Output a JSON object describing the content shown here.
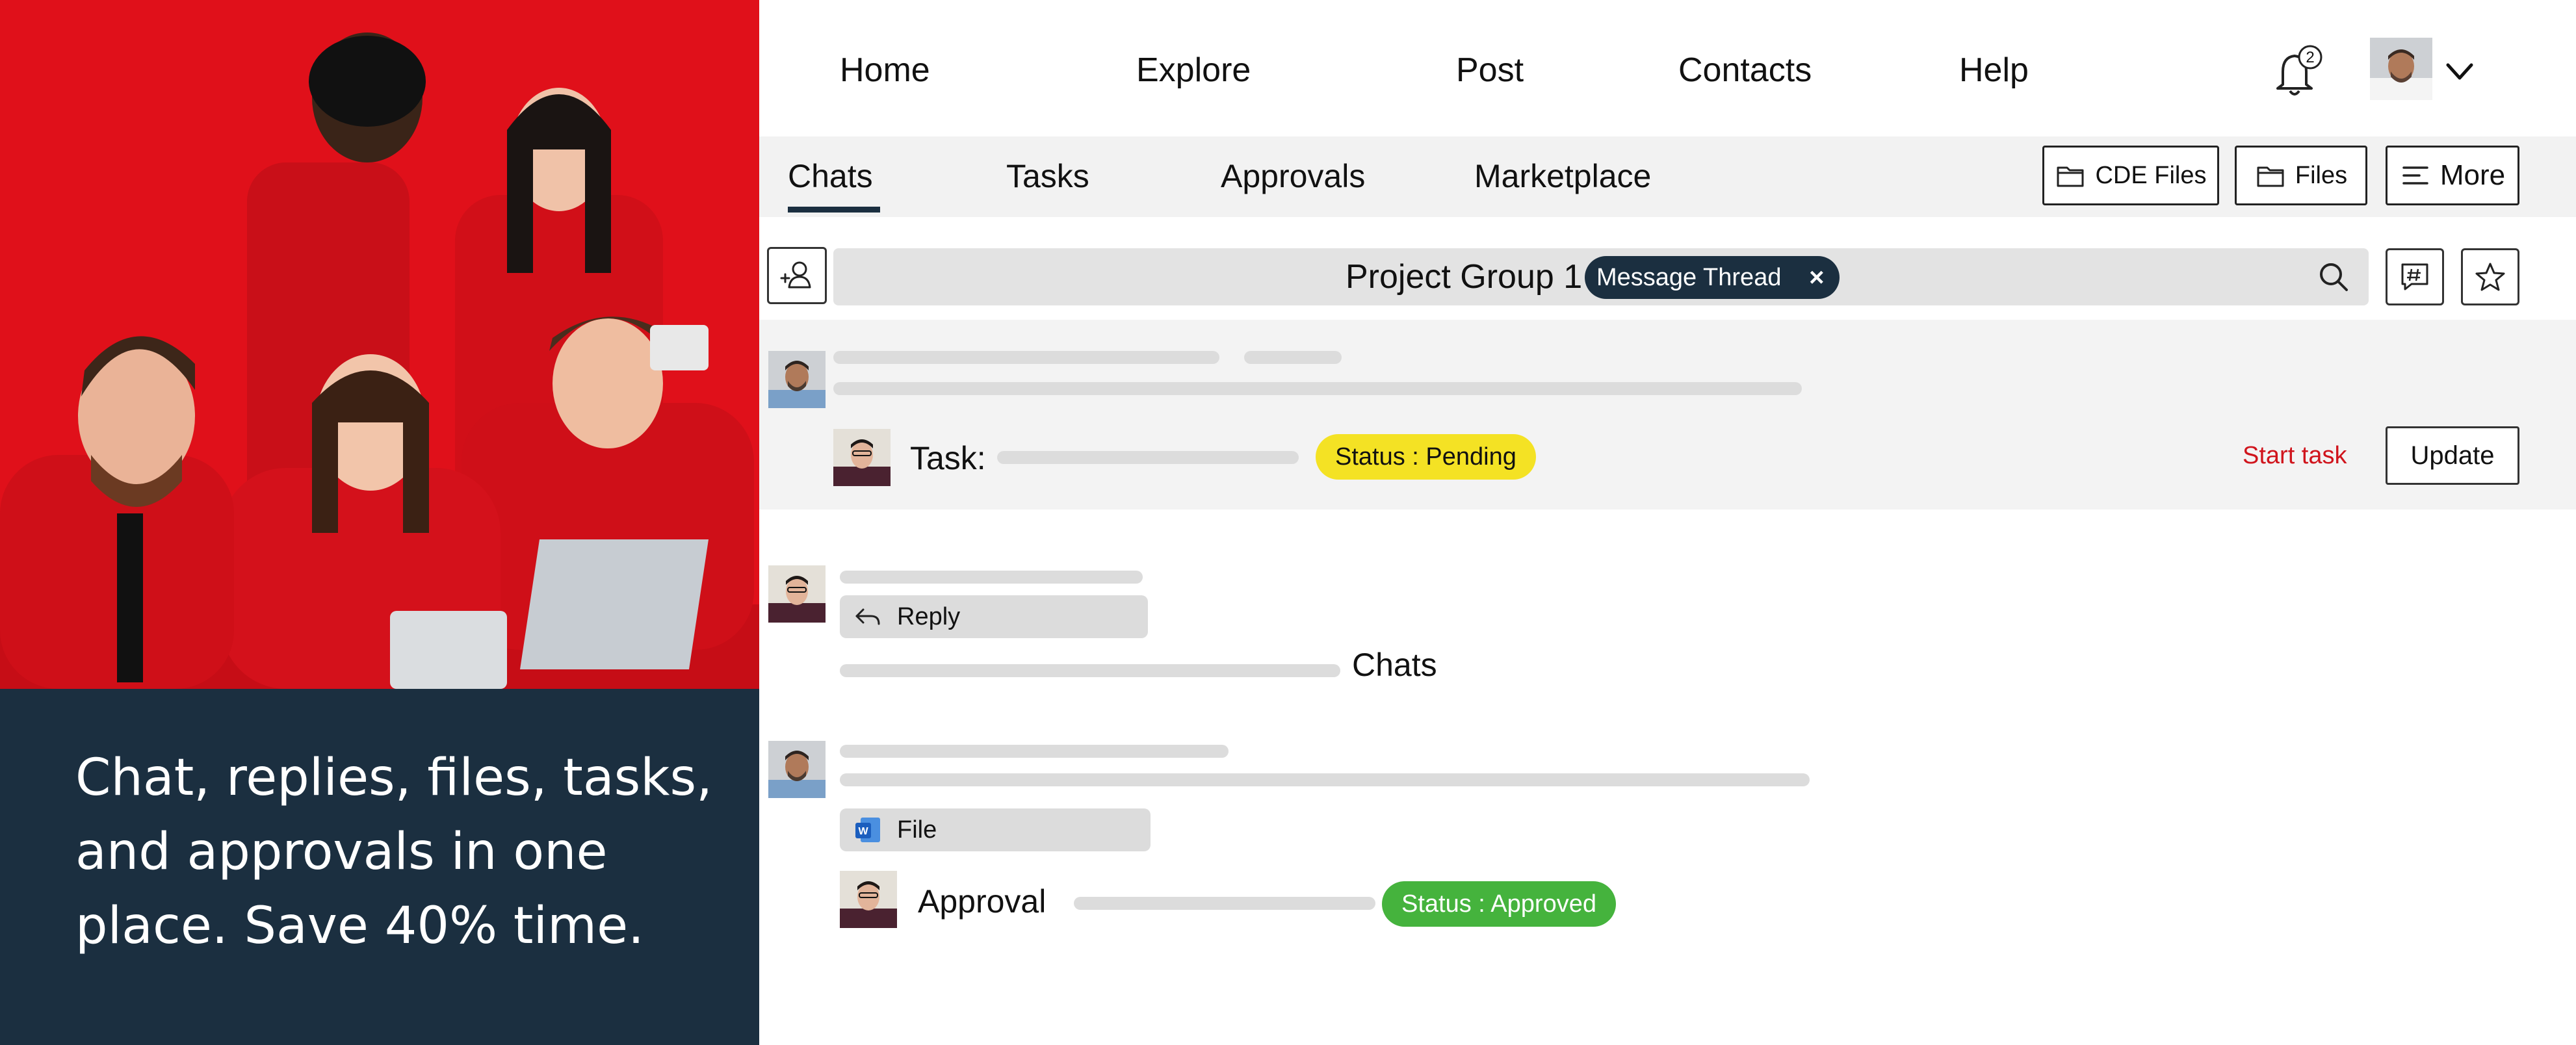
{
  "hero": {
    "tagline_line1": "Chat, replies, files, tasks,",
    "tagline_line2": "and approvals in one",
    "tagline_line3": "place. Save 40% time."
  },
  "nav": {
    "items": [
      "Home",
      "Explore",
      "Post",
      "Contacts",
      "Help"
    ],
    "notification_count": "2",
    "icons": {
      "bell": "bell-icon",
      "avatar_menu": "chevron-down-icon"
    }
  },
  "tabs": {
    "items": [
      "Chats",
      "Tasks",
      "Approvals",
      "Marketplace"
    ],
    "active": "Chats",
    "tools": {
      "cde_files": "CDE Files",
      "files": "Files",
      "more": "More"
    }
  },
  "search": {
    "group_name": "Project Group 1",
    "chip_label": "Message Thread",
    "chip_close": "×"
  },
  "messages": {
    "task": {
      "label": "Task:",
      "status": "Status : Pending",
      "start_label": "Start task",
      "update_label": "Update"
    },
    "reply": {
      "label": "Reply",
      "chats_label": "Chats"
    },
    "file": {
      "label": "File"
    },
    "approval": {
      "label": "Approval",
      "status": "Status : Approved"
    }
  },
  "colors": {
    "navy": "#1b2f40",
    "hero_red": "#e0101a",
    "pending": "#f4e224",
    "approved": "#45b33d",
    "start_task": "#d0141c",
    "tab_bar": "#f2f2f2"
  }
}
